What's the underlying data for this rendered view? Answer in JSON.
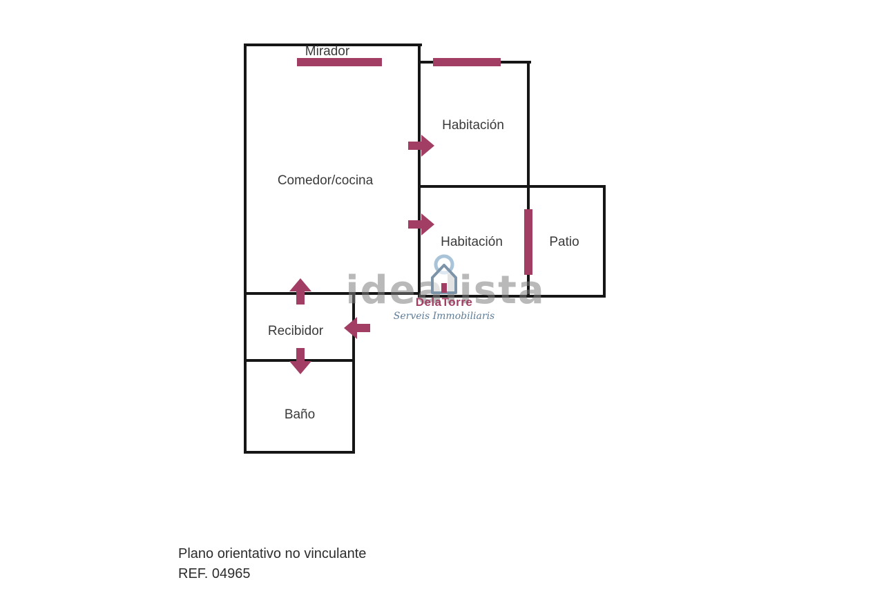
{
  "plan": {
    "rooms": [
      {
        "label": "Mirador"
      },
      {
        "label": "Comedor/cocina"
      },
      {
        "label": "Habitación"
      },
      {
        "label": "Habitación"
      },
      {
        "label": "Patio"
      },
      {
        "label": "Recibidor"
      },
      {
        "label": "Baño"
      }
    ],
    "colors": {
      "wall": "#161616",
      "accent": "#a23e63",
      "watermark_gray": "#808080"
    }
  },
  "watermark": {
    "text": "idealista"
  },
  "logo": {
    "name": "DelaTorre",
    "tagline": "Serveis Immobiliaris"
  },
  "footer": {
    "disclaimer": "Plano orientativo no vinculante",
    "reference": "REF. 04965"
  }
}
